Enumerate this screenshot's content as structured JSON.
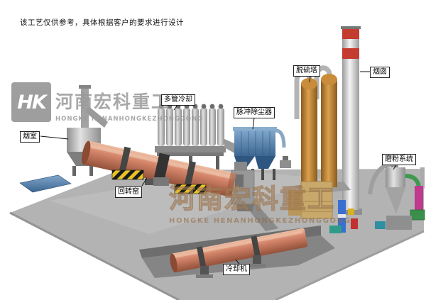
{
  "page": {
    "disclaimer": "该工艺仅供参考，具体根据客户的要求进行设计"
  },
  "watermark": {
    "logo_initials": "HK",
    "company_cn": "河南宏科重工",
    "company_en": "HONGKE HENANHONGKEZHONGGONG",
    "center_cn": "河南宏科重工",
    "center_en": "HONGKE HENANHONGKEZHONGGONG"
  },
  "labels": {
    "smoke_chamber": "烟室",
    "multi_tube_cooling": "多管冷却",
    "pulse_dust_collector": "脉冲除尘器",
    "desulfurization_tower": "脱硫塔",
    "chimney": "烟囱",
    "grinding_system": "磨粉系统",
    "rotary_kiln": "回转窑",
    "cooling_machine": "冷却机"
  },
  "colors": {
    "kiln_shell": "#d6876c",
    "dust_collector_blue": "#4f7ba6",
    "tower_orange": "#c98c3a",
    "chimney_red": "#c43b2f",
    "platform_gray": "#b3b3b3",
    "hazard_yellow": "#e8c227"
  }
}
